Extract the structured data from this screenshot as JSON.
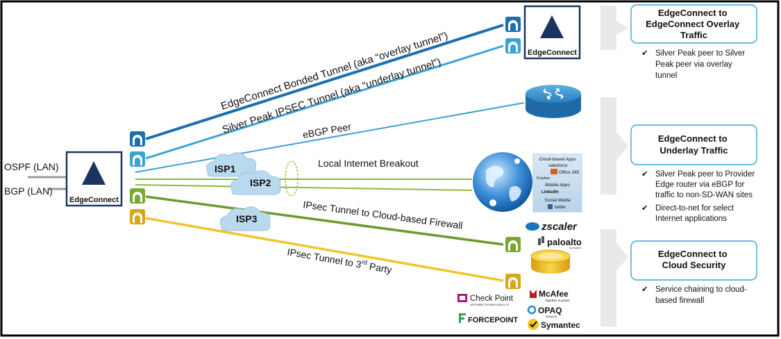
{
  "left_labels": {
    "ospf": "OSPF (LAN)",
    "bgp": "BGP (LAN)"
  },
  "edgeconnect_label": "EdgeConnect",
  "edgeconnect_remote_label": "EdgeConnect",
  "tunnels": {
    "bonded": "EdgeConnect Bonded Tunnel (aka “overlay tunnel”)",
    "ipsec": "Silver Peak IPSEC Tunnel (aka “underlay tunnel”)",
    "ebgp": "eBGP Peer",
    "breakout": "Local Internet Breakout",
    "cloud_fw": "IPsec Tunnel to Cloud-based Firewall",
    "third_party_pre": "IPsec Tunnel to 3",
    "third_party_sup": "rd",
    "third_party_post": " Party"
  },
  "isps": [
    "ISP1",
    "ISP2",
    "ISP3"
  ],
  "cloud_apps": {
    "title": "Cloud-based Apps",
    "salesforce": "salesforce",
    "office": "Office 365",
    "dropbox": "Dropbox",
    "mobile": "Mobile Apps",
    "linkedin": "LinkedIn",
    "social": "Social Media",
    "twitter": "twitter"
  },
  "vendors": {
    "zscaler": "zscaler",
    "paloalto": "paloalto",
    "paloalto_sub": "NETWORKS",
    "checkpoint": "Check Point",
    "checkpoint_sub": "SOFTWARE TECHNOLOGIES LTD.",
    "mcafee": "McAfee",
    "mcafee_sub": "Together is power.",
    "opaq": "OPAQ",
    "opaq_sub": "Networks",
    "forcepoint": "FORCEPOINT",
    "symantec": "Symantec"
  },
  "panels": [
    {
      "title_lines": [
        "EdgeConnect to",
        "EdgeConnect Overlay",
        "Traffic"
      ],
      "bullets": [
        [
          "Silver Peak peer to Silver",
          "Peak peer via overlay",
          "tunnel"
        ]
      ]
    },
    {
      "title_lines": [
        "EdgeConnect to",
        "Underlay Traffic"
      ],
      "bullets": [
        [
          "Silver Peak peer to Provider",
          "Edge router via eBGP for",
          "traffic to non-SD-WAN sites"
        ],
        [
          "Direct-to-net for select",
          "Internet applications"
        ]
      ]
    },
    {
      "title_lines": [
        "EdgeConnect to",
        "Cloud Security"
      ],
      "bullets": [
        [
          "Service chaining to cloud-",
          "based firewall"
        ]
      ]
    }
  ],
  "colors": {
    "overlay": "#1d6fae",
    "underlay": "#3aa3d6",
    "breakout": "#8cba3c",
    "cloud_fw": "#6e9a2c",
    "third_party": "#f0c42c",
    "tunnel_overlay": "#1d6fae",
    "tunnel_underlay": "#3aa3d6",
    "tunnel_green": "#78a832",
    "tunnel_yellow": "#d6a718"
  }
}
